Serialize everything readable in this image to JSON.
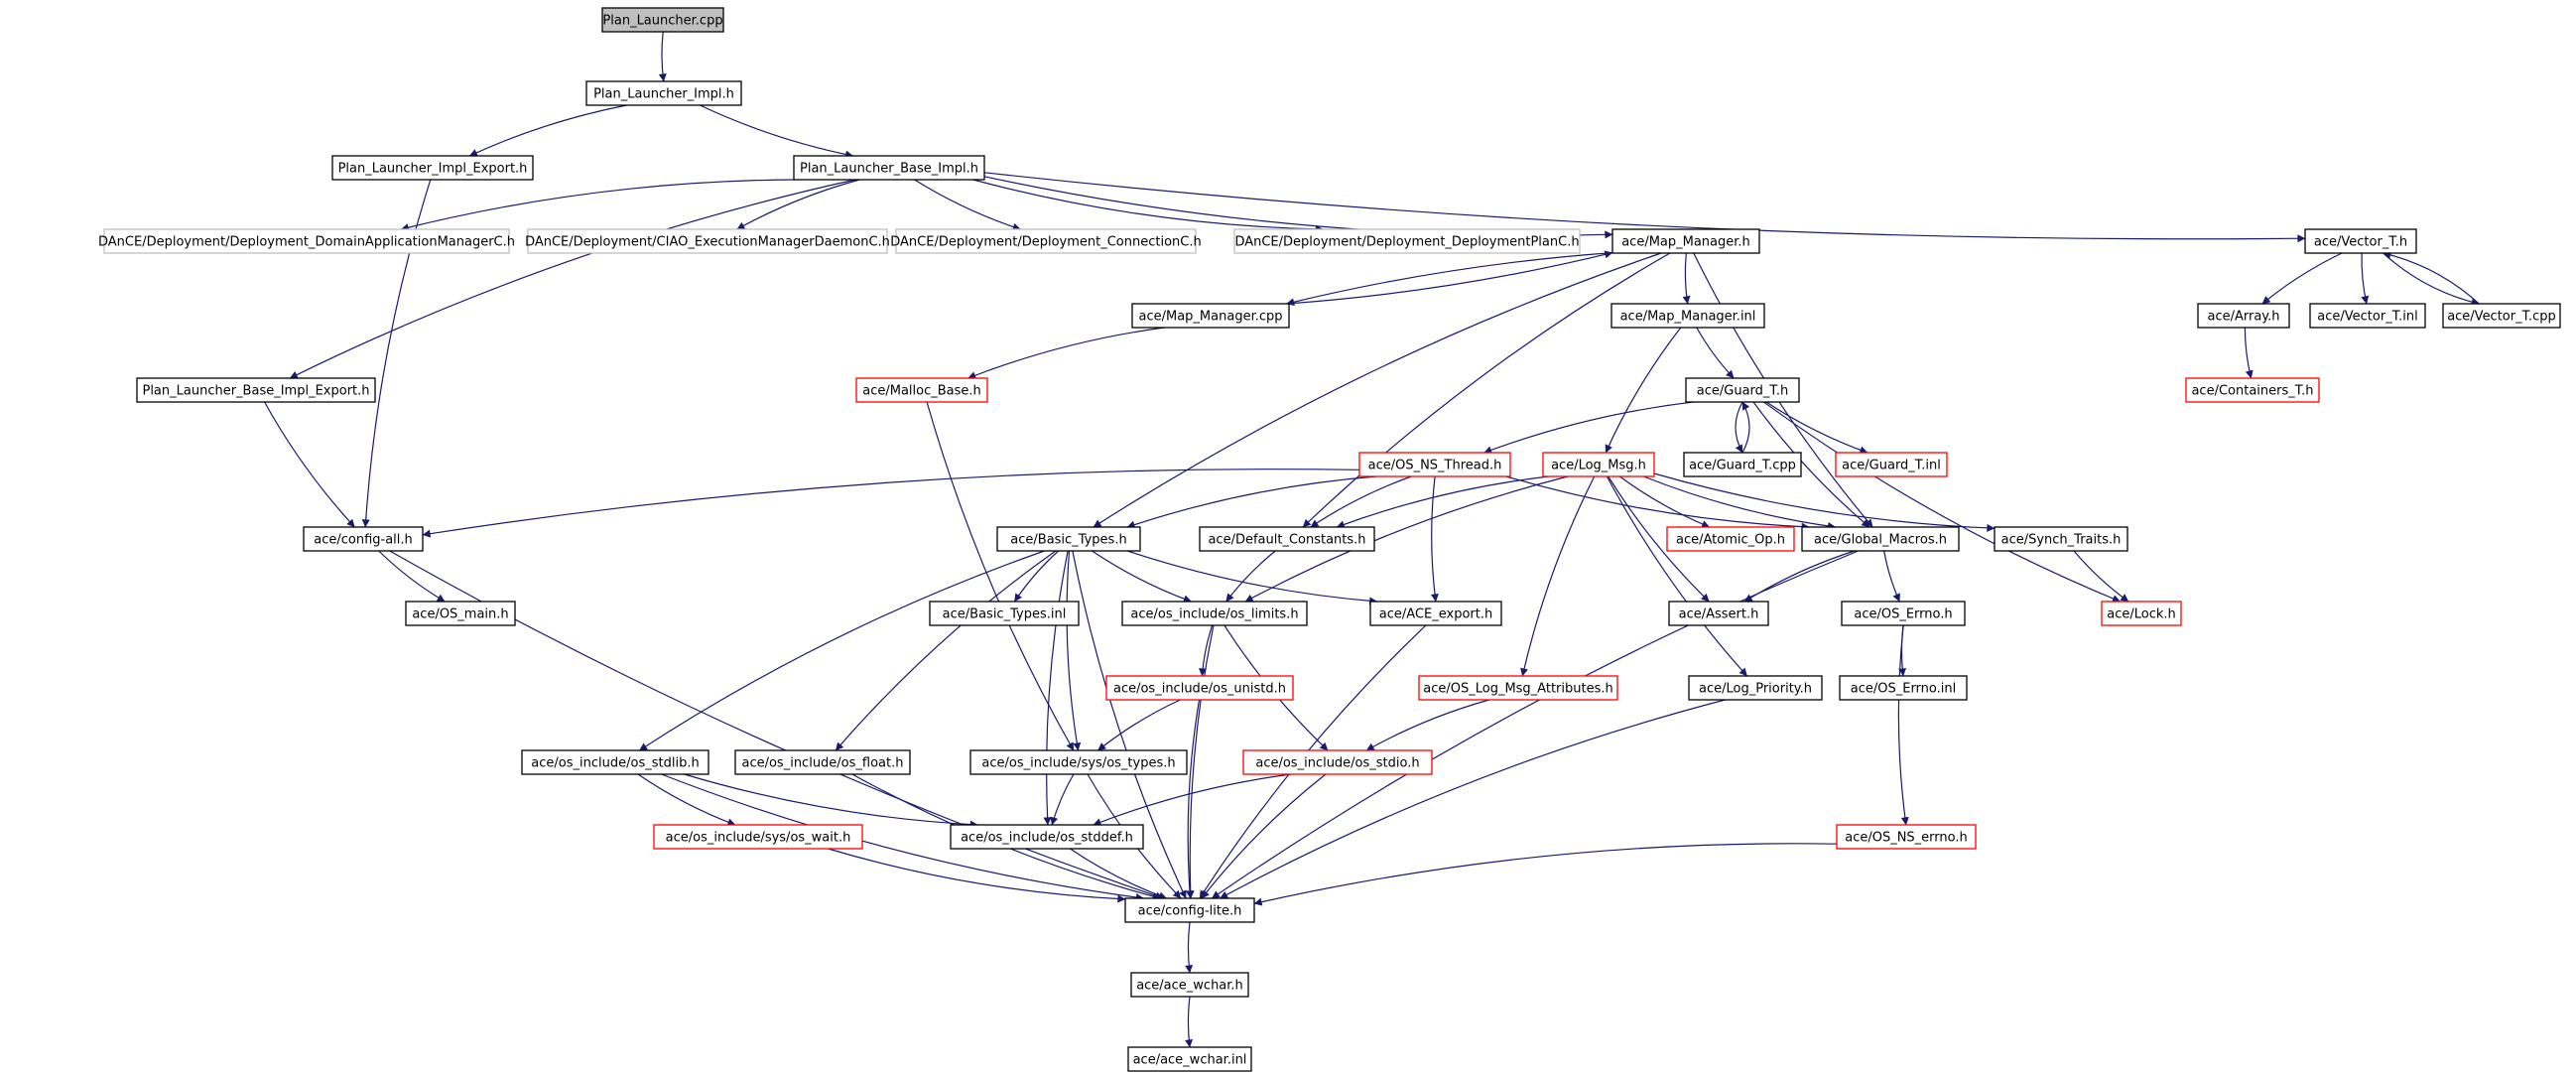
{
  "colors": {
    "edge": "#191970",
    "box_normal": "#000000",
    "box_truncated": "#ff0000",
    "box_external": "#bfbfbf",
    "root_fill": "#bfbfbf"
  },
  "graph": {
    "nodes": [
      {
        "id": "n_plan_launcher_cpp",
        "label": "Plan_Launcher.cpp",
        "style": "root"
      },
      {
        "id": "n_plan_launcher_impl_h",
        "label": "Plan_Launcher_Impl.h",
        "style": "normal"
      },
      {
        "id": "n_plan_launcher_impl_export",
        "label": "Plan_Launcher_Impl_Export.h",
        "style": "normal"
      },
      {
        "id": "n_plan_launcher_base_impl",
        "label": "Plan_Launcher_Base_Impl.h",
        "style": "normal"
      },
      {
        "id": "n_dance_domainappmgr",
        "label": "DAnCE/Deployment/Deployment_DomainApplicationManagerC.h",
        "style": "external"
      },
      {
        "id": "n_dance_ciao_execmgr",
        "label": "DAnCE/Deployment/CIAO_ExecutionManagerDaemonC.h",
        "style": "external"
      },
      {
        "id": "n_dance_connection",
        "label": "DAnCE/Deployment/Deployment_ConnectionC.h",
        "style": "external"
      },
      {
        "id": "n_dance_deploymentplan",
        "label": "DAnCE/Deployment/Deployment_DeploymentPlanC.h",
        "style": "external"
      },
      {
        "id": "n_map_manager_h",
        "label": "ace/Map_Manager.h",
        "style": "normal"
      },
      {
        "id": "n_vector_t_h",
        "label": "ace/Vector_T.h",
        "style": "normal"
      },
      {
        "id": "n_map_manager_cpp",
        "label": "ace/Map_Manager.cpp",
        "style": "normal"
      },
      {
        "id": "n_map_manager_inl",
        "label": "ace/Map_Manager.inl",
        "style": "normal"
      },
      {
        "id": "n_array_h",
        "label": "ace/Array.h",
        "style": "normal"
      },
      {
        "id": "n_vector_t_inl",
        "label": "ace/Vector_T.inl",
        "style": "normal"
      },
      {
        "id": "n_vector_t_cpp",
        "label": "ace/Vector_T.cpp",
        "style": "normal"
      },
      {
        "id": "n_plan_launcher_base_impl_export",
        "label": "Plan_Launcher_Base_Impl_Export.h",
        "style": "normal"
      },
      {
        "id": "n_malloc_base",
        "label": "ace/Malloc_Base.h",
        "style": "truncated"
      },
      {
        "id": "n_guard_t_h",
        "label": "ace/Guard_T.h",
        "style": "normal"
      },
      {
        "id": "n_containers_t",
        "label": "ace/Containers_T.h",
        "style": "truncated"
      },
      {
        "id": "n_os_ns_thread",
        "label": "ace/OS_NS_Thread.h",
        "style": "truncated"
      },
      {
        "id": "n_log_msg",
        "label": "ace/Log_Msg.h",
        "style": "truncated"
      },
      {
        "id": "n_guard_t_cpp",
        "label": "ace/Guard_T.cpp",
        "style": "normal"
      },
      {
        "id": "n_guard_t_inl",
        "label": "ace/Guard_T.inl",
        "style": "truncated"
      },
      {
        "id": "n_config_all",
        "label": "ace/config-all.h",
        "style": "normal"
      },
      {
        "id": "n_basic_types_h",
        "label": "ace/Basic_Types.h",
        "style": "normal"
      },
      {
        "id": "n_default_constants",
        "label": "ace/Default_Constants.h",
        "style": "normal"
      },
      {
        "id": "n_atomic_op",
        "label": "ace/Atomic_Op.h",
        "style": "truncated"
      },
      {
        "id": "n_global_macros",
        "label": "ace/Global_Macros.h",
        "style": "normal"
      },
      {
        "id": "n_synch_traits",
        "label": "ace/Synch_Traits.h",
        "style": "normal"
      },
      {
        "id": "n_os_main",
        "label": "ace/OS_main.h",
        "style": "normal"
      },
      {
        "id": "n_basic_types_inl",
        "label": "ace/Basic_Types.inl",
        "style": "normal"
      },
      {
        "id": "n_os_limits",
        "label": "ace/os_include/os_limits.h",
        "style": "normal"
      },
      {
        "id": "n_ace_export",
        "label": "ace/ACE_export.h",
        "style": "normal"
      },
      {
        "id": "n_assert",
        "label": "ace/Assert.h",
        "style": "normal"
      },
      {
        "id": "n_os_errno_h",
        "label": "ace/OS_Errno.h",
        "style": "normal"
      },
      {
        "id": "n_lock",
        "label": "ace/Lock.h",
        "style": "truncated"
      },
      {
        "id": "n_os_unistd",
        "label": "ace/os_include/os_unistd.h",
        "style": "truncated"
      },
      {
        "id": "n_os_log_msg_attr",
        "label": "ace/OS_Log_Msg_Attributes.h",
        "style": "truncated"
      },
      {
        "id": "n_log_priority",
        "label": "ace/Log_Priority.h",
        "style": "normal"
      },
      {
        "id": "n_os_errno_inl",
        "label": "ace/OS_Errno.inl",
        "style": "normal"
      },
      {
        "id": "n_os_stdlib",
        "label": "ace/os_include/os_stdlib.h",
        "style": "normal"
      },
      {
        "id": "n_os_float",
        "label": "ace/os_include/os_float.h",
        "style": "normal"
      },
      {
        "id": "n_sys_os_types",
        "label": "ace/os_include/sys/os_types.h",
        "style": "normal"
      },
      {
        "id": "n_os_stdio",
        "label": "ace/os_include/os_stdio.h",
        "style": "truncated"
      },
      {
        "id": "n_sys_os_wait",
        "label": "ace/os_include/sys/os_wait.h",
        "style": "truncated"
      },
      {
        "id": "n_os_stddef",
        "label": "ace/os_include/os_stddef.h",
        "style": "normal"
      },
      {
        "id": "n_os_ns_errno",
        "label": "ace/OS_NS_errno.h",
        "style": "truncated"
      },
      {
        "id": "n_config_lite",
        "label": "ace/config-lite.h",
        "style": "normal"
      },
      {
        "id": "n_ace_wchar_h",
        "label": "ace/ace_wchar.h",
        "style": "normal"
      },
      {
        "id": "n_ace_wchar_inl",
        "label": "ace/ace_wchar.inl",
        "style": "normal"
      }
    ],
    "edges": [
      [
        "n_plan_launcher_cpp",
        "n_plan_launcher_impl_h"
      ],
      [
        "n_plan_launcher_impl_h",
        "n_plan_launcher_impl_export"
      ],
      [
        "n_plan_launcher_impl_h",
        "n_plan_launcher_base_impl"
      ],
      [
        "n_plan_launcher_impl_export",
        "n_config_all"
      ],
      [
        "n_plan_launcher_base_impl",
        "n_dance_domainappmgr"
      ],
      [
        "n_plan_launcher_base_impl",
        "n_dance_ciao_execmgr"
      ],
      [
        "n_plan_launcher_base_impl",
        "n_dance_connection"
      ],
      [
        "n_plan_launcher_base_impl",
        "n_dance_deploymentplan"
      ],
      [
        "n_plan_launcher_base_impl",
        "n_map_manager_h"
      ],
      [
        "n_plan_launcher_base_impl",
        "n_vector_t_h"
      ],
      [
        "n_plan_launcher_base_impl",
        "n_plan_launcher_base_impl_export"
      ],
      [
        "n_map_manager_h",
        "n_map_manager_cpp"
      ],
      [
        "n_map_manager_cpp",
        "n_map_manager_h"
      ],
      [
        "n_map_manager_h",
        "n_map_manager_inl"
      ],
      [
        "n_map_manager_h",
        "n_basic_types_h"
      ],
      [
        "n_map_manager_h",
        "n_default_constants"
      ],
      [
        "n_map_manager_h",
        "n_global_macros"
      ],
      [
        "n_map_manager_cpp",
        "n_malloc_base"
      ],
      [
        "n_map_manager_inl",
        "n_guard_t_h"
      ],
      [
        "n_map_manager_inl",
        "n_log_msg"
      ],
      [
        "n_vector_t_h",
        "n_array_h"
      ],
      [
        "n_vector_t_h",
        "n_vector_t_inl"
      ],
      [
        "n_vector_t_h",
        "n_vector_t_cpp"
      ],
      [
        "n_vector_t_cpp",
        "n_vector_t_h"
      ],
      [
        "n_array_h",
        "n_containers_t"
      ],
      [
        "n_plan_launcher_base_impl_export",
        "n_config_all"
      ],
      [
        "n_malloc_base",
        "n_sys_os_types"
      ],
      [
        "n_guard_t_h",
        "n_os_ns_thread"
      ],
      [
        "n_guard_t_h",
        "n_guard_t_cpp"
      ],
      [
        "n_guard_t_cpp",
        "n_guard_t_h"
      ],
      [
        "n_guard_t_h",
        "n_guard_t_inl"
      ],
      [
        "n_guard_t_h",
        "n_global_macros"
      ],
      [
        "n_guard_t_h",
        "n_lock"
      ],
      [
        "n_os_ns_thread",
        "n_config_all"
      ],
      [
        "n_os_ns_thread",
        "n_basic_types_h"
      ],
      [
        "n_os_ns_thread",
        "n_default_constants"
      ],
      [
        "n_os_ns_thread",
        "n_ace_export"
      ],
      [
        "n_os_ns_thread",
        "n_global_macros"
      ],
      [
        "n_log_msg",
        "n_default_constants"
      ],
      [
        "n_log_msg",
        "n_atomic_op"
      ],
      [
        "n_log_msg",
        "n_global_macros"
      ],
      [
        "n_log_msg",
        "n_synch_traits"
      ],
      [
        "n_log_msg",
        "n_os_limits"
      ],
      [
        "n_log_msg",
        "n_assert"
      ],
      [
        "n_log_msg",
        "n_os_log_msg_attr"
      ],
      [
        "n_log_msg",
        "n_log_priority"
      ],
      [
        "n_config_all",
        "n_os_main"
      ],
      [
        "n_config_all",
        "n_config_lite"
      ],
      [
        "n_basic_types_h",
        "n_basic_types_inl"
      ],
      [
        "n_basic_types_h",
        "n_os_limits"
      ],
      [
        "n_basic_types_h",
        "n_ace_export"
      ],
      [
        "n_basic_types_h",
        "n_os_stdlib"
      ],
      [
        "n_basic_types_h",
        "n_os_float"
      ],
      [
        "n_basic_types_h",
        "n_sys_os_types"
      ],
      [
        "n_basic_types_h",
        "n_os_stddef"
      ],
      [
        "n_basic_types_h",
        "n_config_lite"
      ],
      [
        "n_default_constants",
        "n_os_limits"
      ],
      [
        "n_global_macros",
        "n_assert"
      ],
      [
        "n_global_macros",
        "n_os_errno_h"
      ],
      [
        "n_global_macros",
        "n_config_lite"
      ],
      [
        "n_synch_traits",
        "n_lock"
      ],
      [
        "n_os_limits",
        "n_os_unistd"
      ],
      [
        "n_os_limits",
        "n_os_stdio"
      ],
      [
        "n_os_limits",
        "n_config_lite"
      ],
      [
        "n_ace_export",
        "n_config_lite"
      ],
      [
        "n_os_errno_h",
        "n_os_errno_inl"
      ],
      [
        "n_os_errno_h",
        "n_os_ns_errno"
      ],
      [
        "n_os_unistd",
        "n_sys_os_types"
      ],
      [
        "n_os_unistd",
        "n_config_lite"
      ],
      [
        "n_os_log_msg_attr",
        "n_os_stdio"
      ],
      [
        "n_log_priority",
        "n_config_lite"
      ],
      [
        "n_os_stdlib",
        "n_sys_os_wait"
      ],
      [
        "n_os_stdlib",
        "n_os_stddef"
      ],
      [
        "n_os_stdlib",
        "n_config_lite"
      ],
      [
        "n_os_float",
        "n_config_lite"
      ],
      [
        "n_sys_os_types",
        "n_os_stddef"
      ],
      [
        "n_sys_os_types",
        "n_config_lite"
      ],
      [
        "n_os_stdio",
        "n_os_stddef"
      ],
      [
        "n_os_stdio",
        "n_config_lite"
      ],
      [
        "n_sys_os_wait",
        "n_config_lite"
      ],
      [
        "n_os_stddef",
        "n_config_lite"
      ],
      [
        "n_os_ns_errno",
        "n_config_lite"
      ],
      [
        "n_config_lite",
        "n_ace_wchar_h"
      ],
      [
        "n_ace_wchar_h",
        "n_ace_wchar_inl"
      ]
    ]
  }
}
